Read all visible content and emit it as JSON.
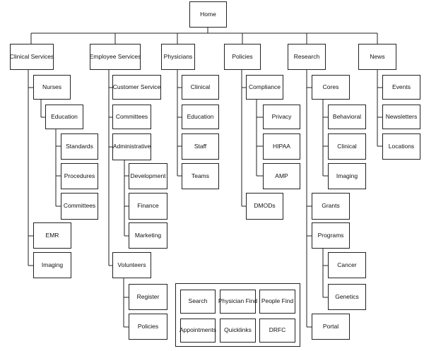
{
  "home": "Home",
  "sections": {
    "clinical": {
      "label": "Clinical Services",
      "nurses": "Nurses",
      "education": "Education",
      "standards": "Standards",
      "procedures": "Procedures",
      "committees": "Committees",
      "emr": "EMR",
      "imaging": "Imaging"
    },
    "employee": {
      "label": "Employee Services",
      "customer_service": "Customer Service",
      "committees": "Committees",
      "administrative": "Administrative",
      "development": "Development",
      "finance": "Finance",
      "marketing": "Marketing",
      "volunteers": "Volunteers",
      "register": "Register",
      "policies": "Policies"
    },
    "physicians": {
      "label": "Physicians",
      "clinical": "Clinical",
      "education": "Education",
      "staff": "Staff",
      "teams": "Teams"
    },
    "policies": {
      "label": "Policies",
      "compliance": "Compliance",
      "privacy": "Privacy",
      "hipaa": "HIPAA",
      "amp": "AMP",
      "dmods": "DMODs"
    },
    "research": {
      "label": "Research",
      "cores": "Cores",
      "behavioral": "Behavioral",
      "clinical": "Clinical",
      "imaging": "Imaging",
      "grants": "Grants",
      "programs": "Programs",
      "cancer": "Cancer",
      "genetics": "Genetics",
      "portal": "Portal"
    },
    "news": {
      "label": "News",
      "events": "Events",
      "newsletters": "Newsletters",
      "locations": "Locations"
    }
  },
  "utility": {
    "search": "Search",
    "physician_find": "Physician Find",
    "people_find": "People Find",
    "appointments": "Appointments",
    "quicklinks": "Quicklinks",
    "drfc": "DRFC"
  }
}
